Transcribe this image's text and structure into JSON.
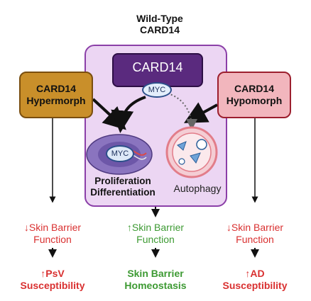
{
  "wild_type": {
    "line1": "Wild-Type",
    "line2": "CARD14"
  },
  "card14_main": "CARD14",
  "myc": "MYC",
  "hypermorph": {
    "line1": "CARD14",
    "line2": "Hypermorph"
  },
  "hypomorph": {
    "line1": "CARD14",
    "line2": "Hypomorph"
  },
  "proliferation": {
    "line1": "Proliferation",
    "line2": "Differentiation"
  },
  "autophagy": "Autophagy",
  "left": {
    "effect_line1": "↓Skin Barrier",
    "effect_line2": "Function",
    "outcome_line1": "↑PsV",
    "outcome_line2": "Susceptibility"
  },
  "center": {
    "effect_line1": "↑Skin Barrier",
    "effect_line2": "Function",
    "outcome_line1": "Skin Barrier",
    "outcome_line2": "Homeostasis"
  },
  "right": {
    "effect_line1": "↓Skin Barrier",
    "effect_line2": "Function",
    "outcome_line1": "↑AD",
    "outcome_line2": "Susceptibility"
  },
  "colors": {
    "decrease_red": "#d93030",
    "increase_green": "#3d9a33",
    "wild_type_fill": "#ecd6f3",
    "card14_fill": "#5a2a7e",
    "hypermorph_fill": "#c98f2a",
    "hypomorph_fill": "#f2b6bd"
  }
}
